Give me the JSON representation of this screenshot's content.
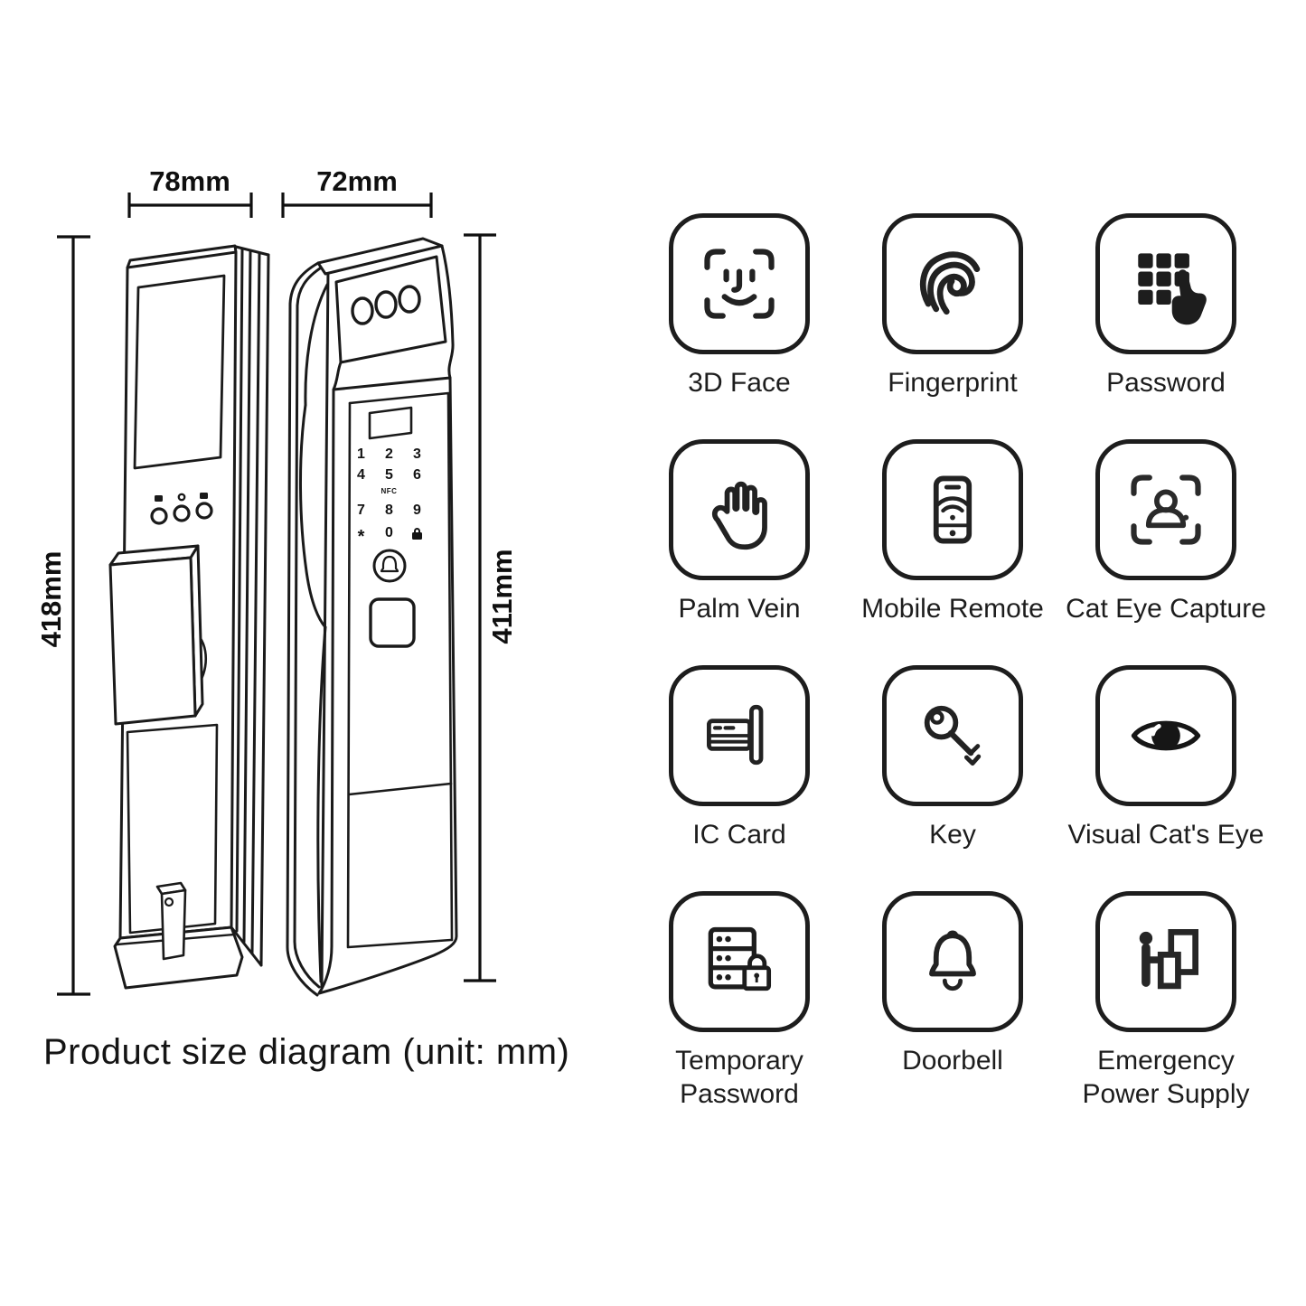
{
  "size_diagram": {
    "caption": "Product size diagram (unit: mm)",
    "front_width_label": "78mm",
    "side_width_label": "72mm",
    "front_height_label": "418mm",
    "side_height_label": "411mm",
    "keypad": {
      "keys": [
        "1",
        "2",
        "3",
        "4",
        "5",
        "6",
        "7",
        "8",
        "9",
        "*",
        "0"
      ],
      "nfc_label": "NFC"
    }
  },
  "features": [
    {
      "label": "3D Face",
      "icon": "face-id-icon"
    },
    {
      "label": "Fingerprint",
      "icon": "fingerprint-icon"
    },
    {
      "label": "Password",
      "icon": "keypad-press-icon"
    },
    {
      "label": "Palm Vein",
      "icon": "palm-icon"
    },
    {
      "label": "Mobile Remote",
      "icon": "phone-remote-icon"
    },
    {
      "label": "Cat Eye Capture",
      "icon": "person-capture-icon"
    },
    {
      "label": "IC Card",
      "icon": "ic-card-icon"
    },
    {
      "label": "Key",
      "icon": "key-icon"
    },
    {
      "label": "Visual Cat's Eye",
      "icon": "eye-icon"
    },
    {
      "label": "Temporary Password",
      "icon": "server-lock-icon"
    },
    {
      "label": "Doorbell",
      "icon": "bell-icon"
    },
    {
      "label": "Emergency Power Supply",
      "icon": "person-power-icon"
    }
  ],
  "colors": {
    "line": "#1a1a1a",
    "text": "#141414",
    "background": "#ffffff"
  }
}
